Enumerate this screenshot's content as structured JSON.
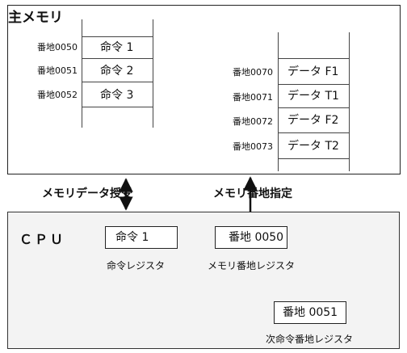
{
  "main_memory": {
    "title": "主メモリ",
    "instructions": [
      {
        "address": "番地0050",
        "content": "命令 1"
      },
      {
        "address": "番地0051",
        "content": "命令 2"
      },
      {
        "address": "番地0052",
        "content": "命令 3"
      }
    ],
    "data": [
      {
        "address": "番地0070",
        "content": "データ F1"
      },
      {
        "address": "番地0071",
        "content": "データ T1"
      },
      {
        "address": "番地0072",
        "content": "データ F2"
      },
      {
        "address": "番地0073",
        "content": "データ T2"
      }
    ]
  },
  "arrows": {
    "data_transfer": "メモリデータ授受",
    "address_spec": "メモリ番地指定"
  },
  "cpu": {
    "title": "ＣＰＵ",
    "instruction_register": {
      "value": "命令 1",
      "label": "命令レジスタ"
    },
    "memory_address_register": {
      "value": "番地 0050",
      "label": "メモリ番地レジスタ"
    },
    "next_instruction_register": {
      "value": "番地 0051",
      "label": "次命令番地レジスタ"
    }
  }
}
